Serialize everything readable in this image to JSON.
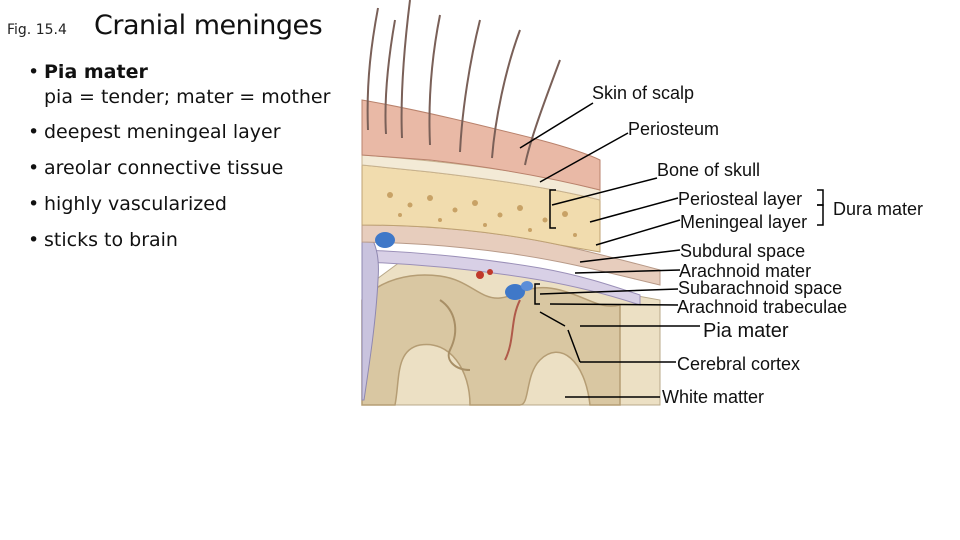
{
  "header": {
    "fig_label": "Fig. 15.4",
    "title": "Cranial meninges"
  },
  "bullets": [
    {
      "text": "Pia mater",
      "sub": "pia = tender; mater = mother"
    },
    {
      "text": "deepest meningeal layer"
    },
    {
      "text": "areolar connective tissue"
    },
    {
      "text": "highly vascularized"
    },
    {
      "text": "sticks to brain"
    }
  ],
  "diagram": {
    "labels": {
      "skin_of_scalp": "Skin of scalp",
      "periosteum": "Periosteum",
      "bone_of_skull": "Bone of skull",
      "periosteal_layer": "Periosteal layer",
      "meningeal_layer": "Meningeal layer",
      "dura_mater": "Dura mater",
      "subdural_space": "Subdural space",
      "arachnoid_mater": "Arachnoid mater",
      "subarachnoid_space": "Subarachnoid space",
      "arachnoid_trabeculae": "Arachnoid trabeculae",
      "pia_mater": "Pia mater",
      "cerebral_cortex": "Cerebral cortex",
      "white_matter": "White matter"
    },
    "colors": {
      "scalp": "#e9b9a6",
      "bone": "#f1dcae",
      "dura": "#e7cdbd",
      "arachnoid": "#d8d0e6",
      "cortex": "#d9c7a2",
      "white_matter": "#ece0c4",
      "vessel_blue": "#3f78c8",
      "vessel_red": "#c0392b",
      "leader": "#000000"
    }
  }
}
